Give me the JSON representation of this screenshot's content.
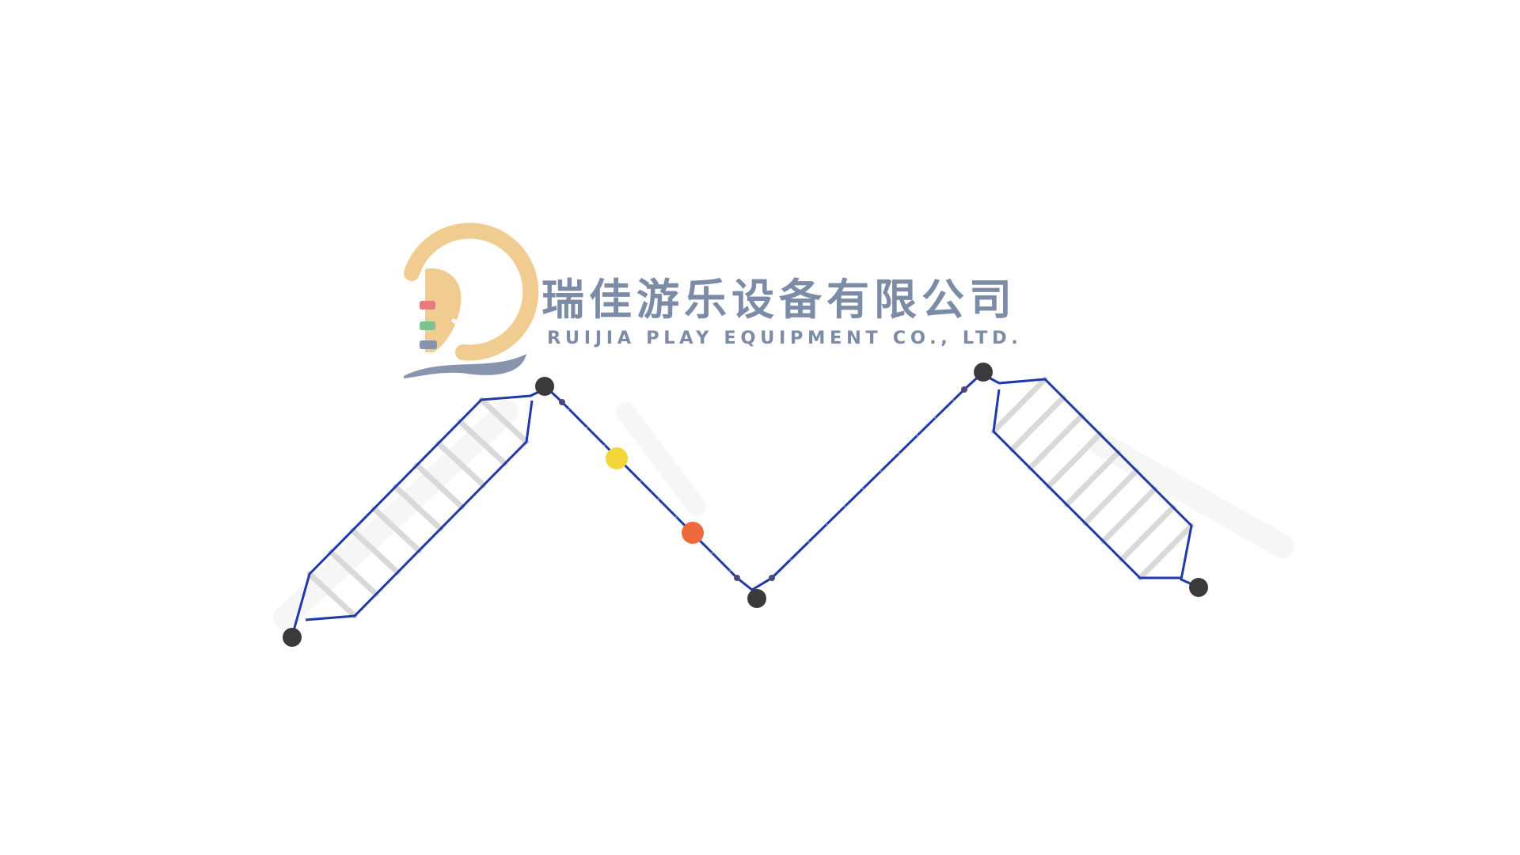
{
  "watermark": {
    "company_name_cn": "瑞佳游乐设备有限公司",
    "company_name_en": "RUIJIA PLAY EQUIPMENT CO., LTD."
  },
  "colors": {
    "background": "#ffffff",
    "rope": "#1f3aa8",
    "rung": "#d6d6d6",
    "anchor_ball": "#3a3a3a",
    "marker_yellow": "#f2d63a",
    "marker_orange": "#ee6a3c",
    "logo_orange": "#f0c888",
    "logo_blue": "#7d8ca6"
  },
  "scene": {
    "description_icon": "rope-course-zigzag-icon",
    "ladders": [
      "left-rope-ladder",
      "right-rope-ladder"
    ],
    "markers": [
      "yellow-marker",
      "orange-marker"
    ]
  }
}
